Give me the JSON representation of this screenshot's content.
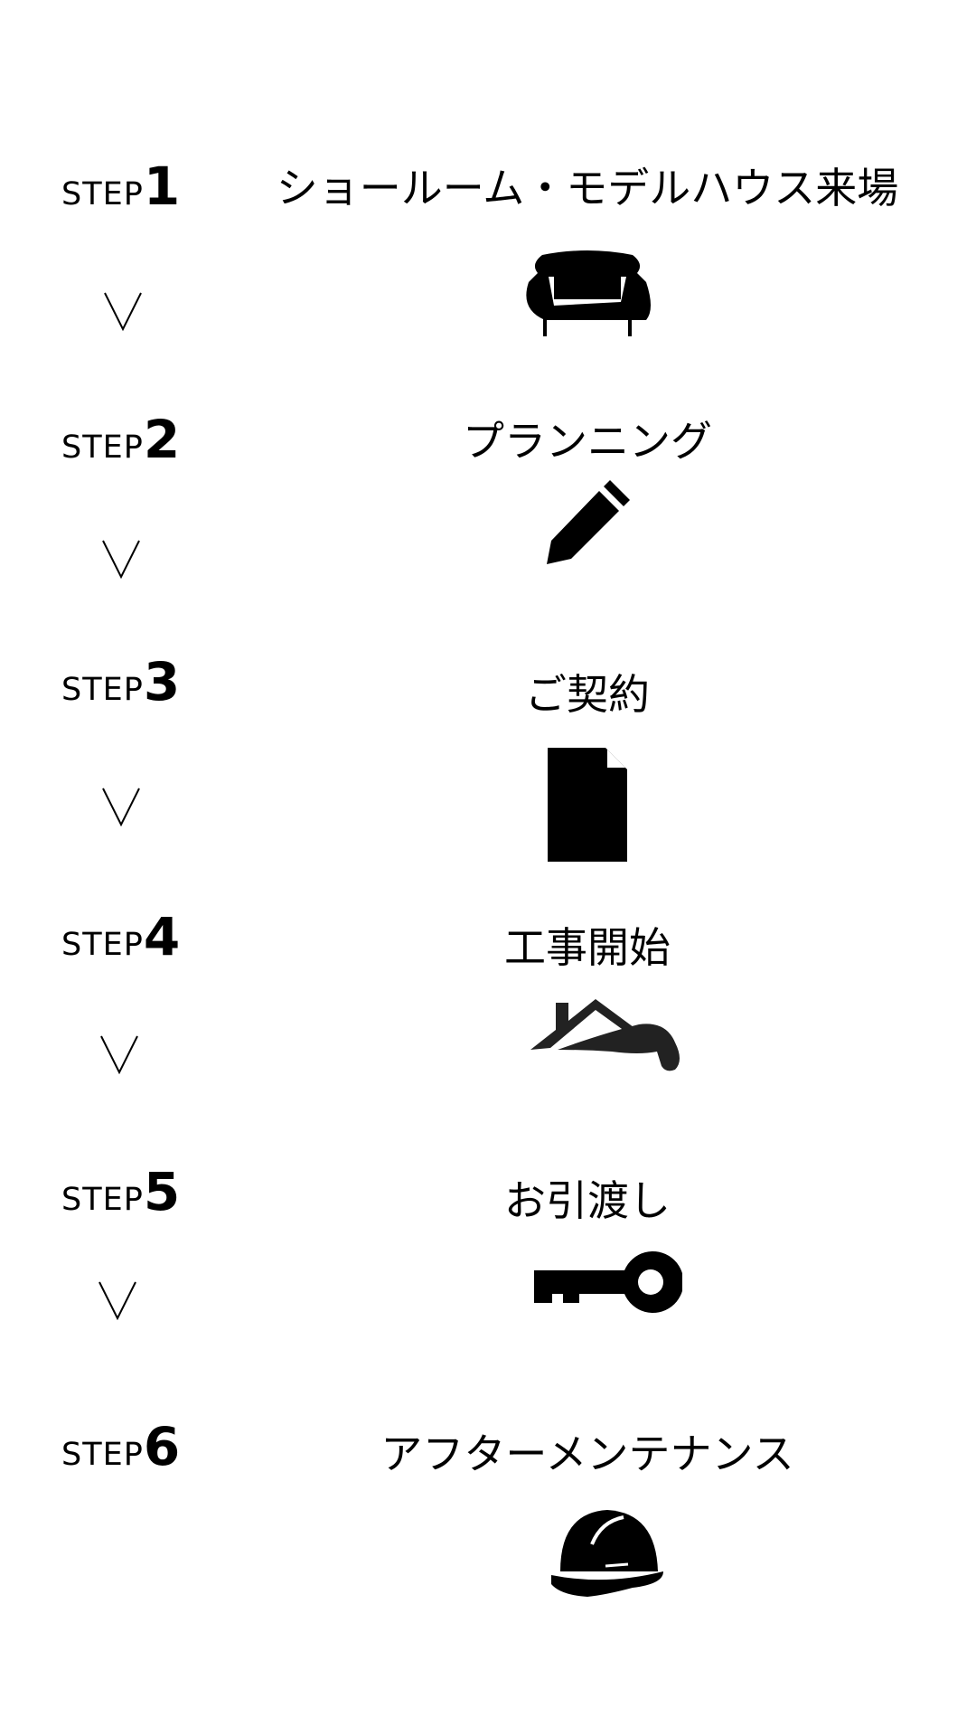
{
  "steps": [
    {
      "label": "STEP",
      "number": "1",
      "title": "ショールーム・モデルハウス来場",
      "icon": "sofa-icon"
    },
    {
      "label": "STEP",
      "number": "2",
      "title": "プランニング",
      "icon": "pencil-icon"
    },
    {
      "label": "STEP",
      "number": "3",
      "title": "ご契約",
      "icon": "document-icon"
    },
    {
      "label": "STEP",
      "number": "4",
      "title": "工事開始",
      "icon": "house-hammer-icon"
    },
    {
      "label": "STEP",
      "number": "5",
      "title": "お引渡し",
      "icon": "key-icon"
    },
    {
      "label": "STEP",
      "number": "6",
      "title": "アフターメンテナンス",
      "icon": "hard-hat-icon"
    }
  ]
}
